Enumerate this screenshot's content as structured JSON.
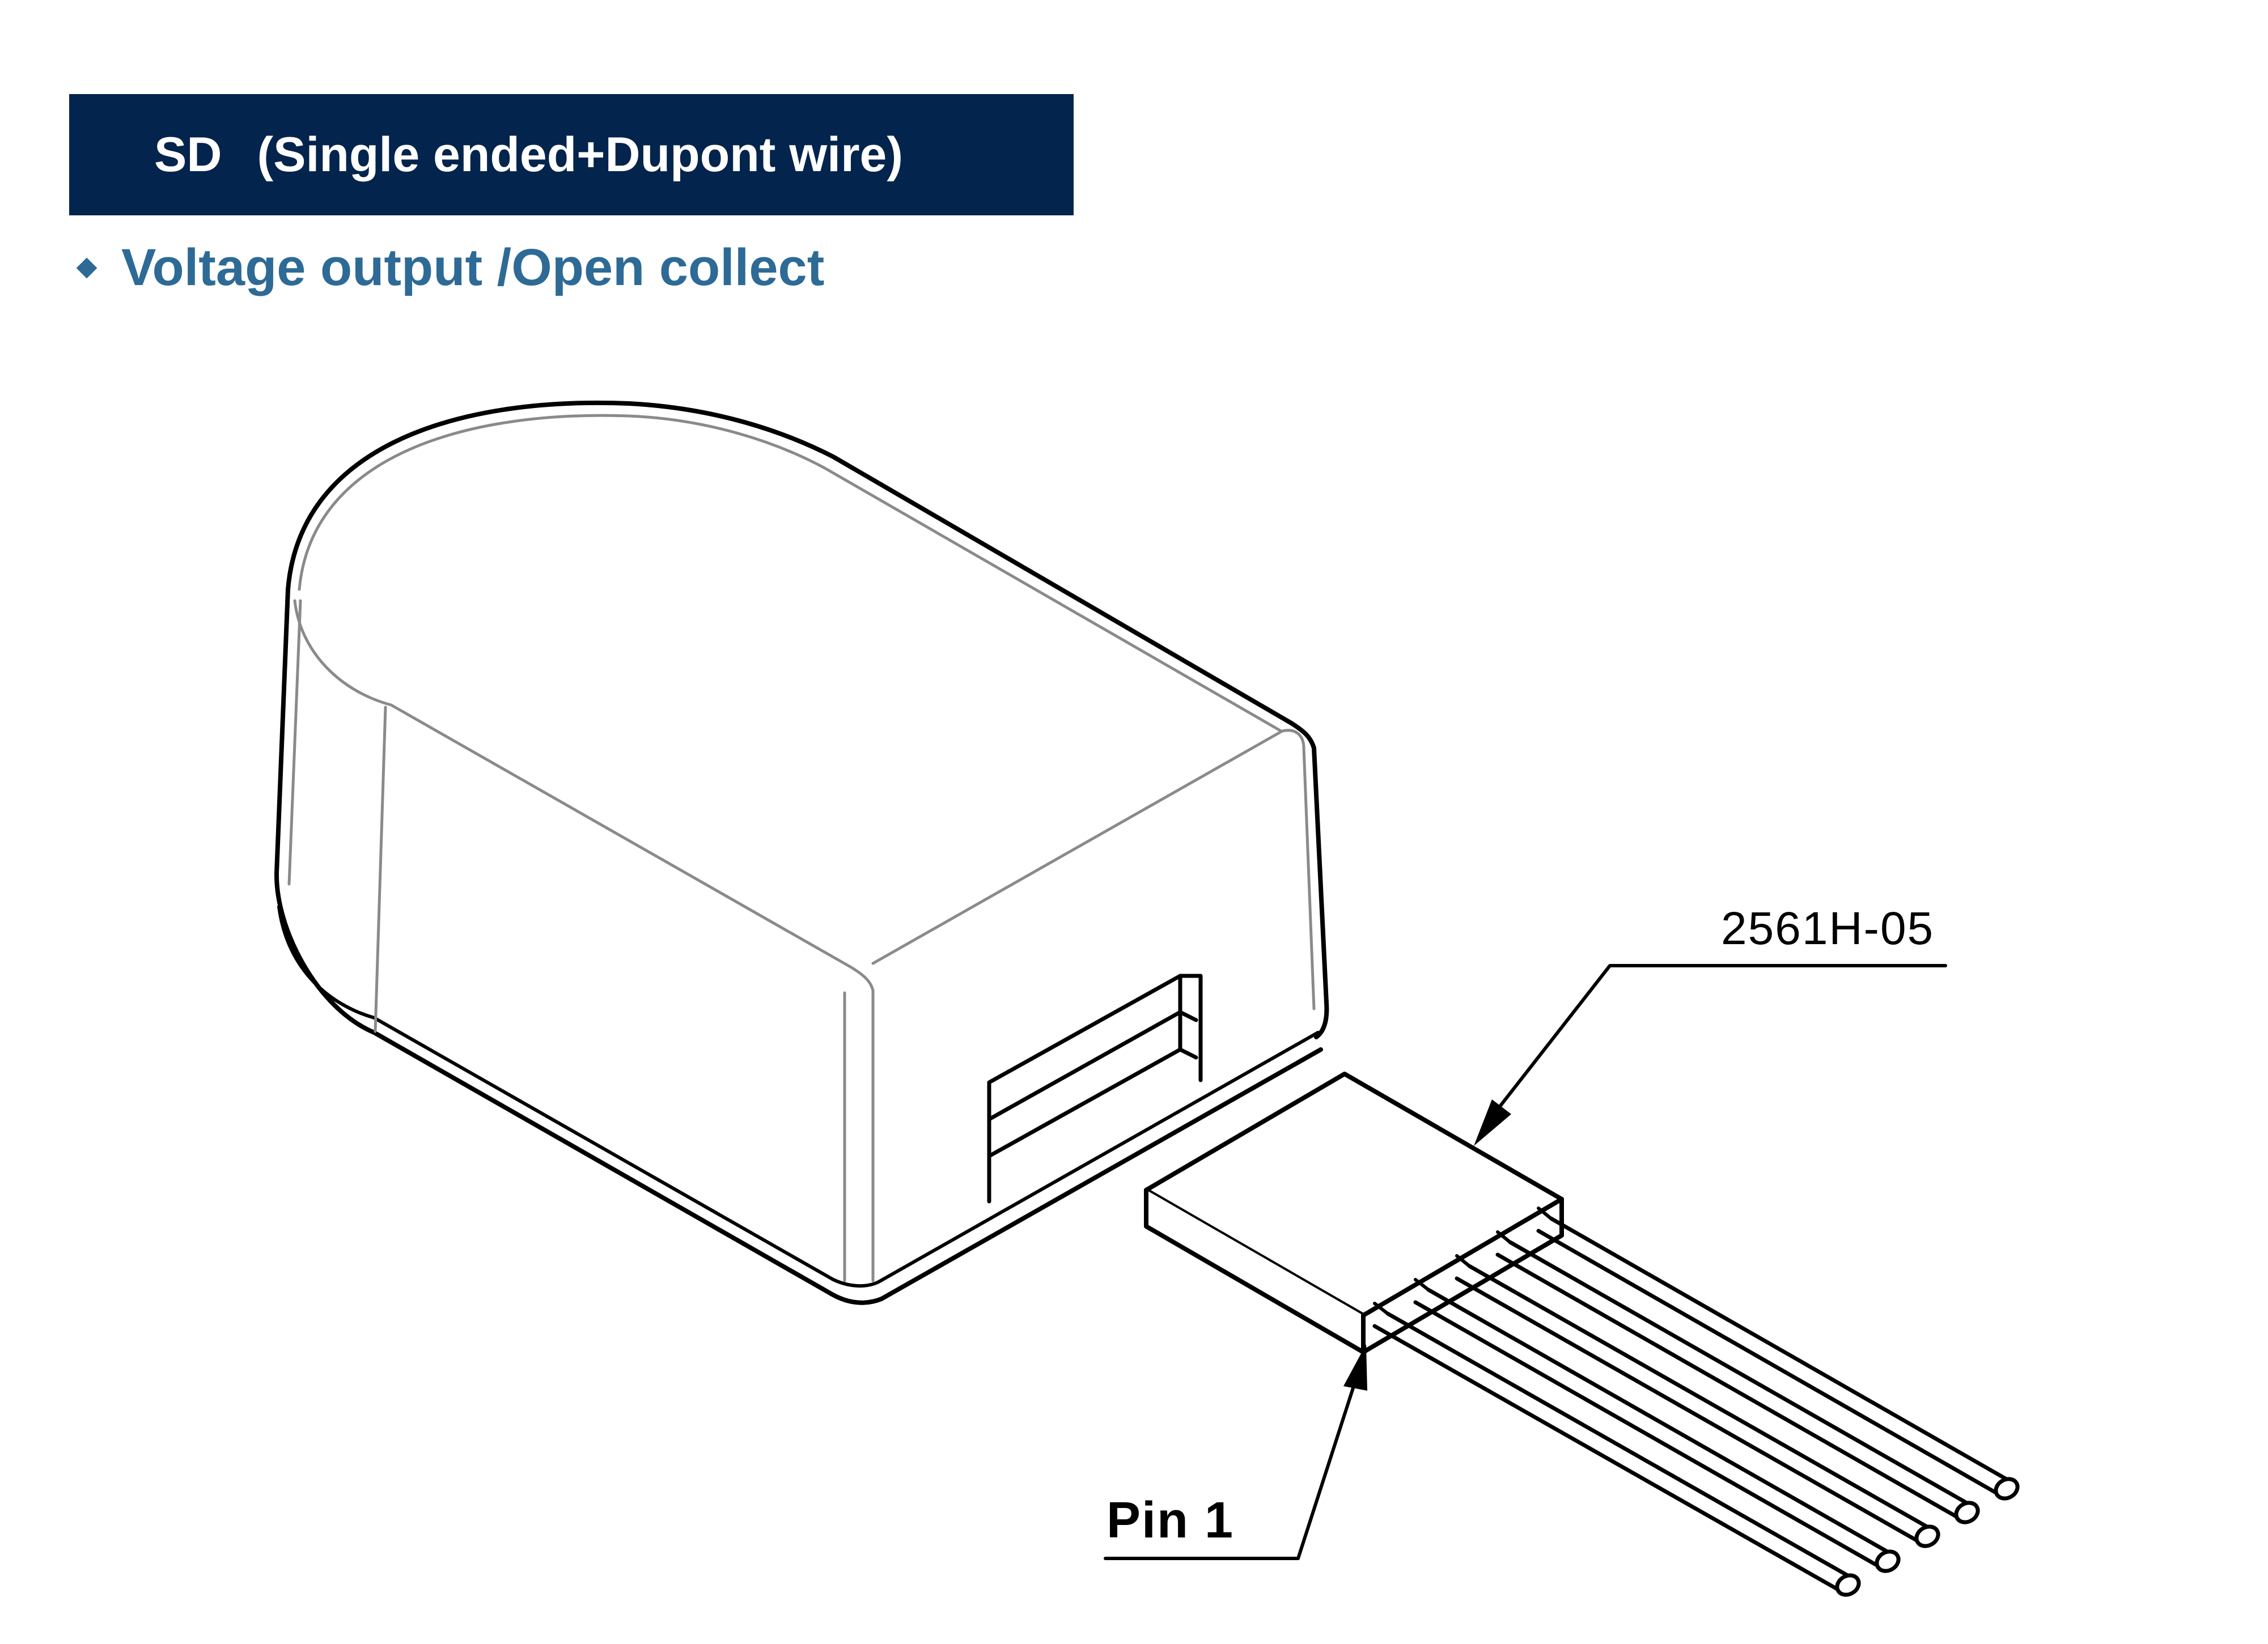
{
  "header": {
    "code": "SD",
    "description": "(Single ended+Dupont wire)",
    "background_color": "#03244c",
    "text_color": "#ffffff"
  },
  "subtitle": {
    "bullet_icon": "diamond-bullet-icon",
    "text": "Voltage output /Open collect",
    "color": "#2e6a96"
  },
  "drawing": {
    "connector_part_number": "2561H-05",
    "pin_label": "Pin 1",
    "wire_count": 5
  }
}
